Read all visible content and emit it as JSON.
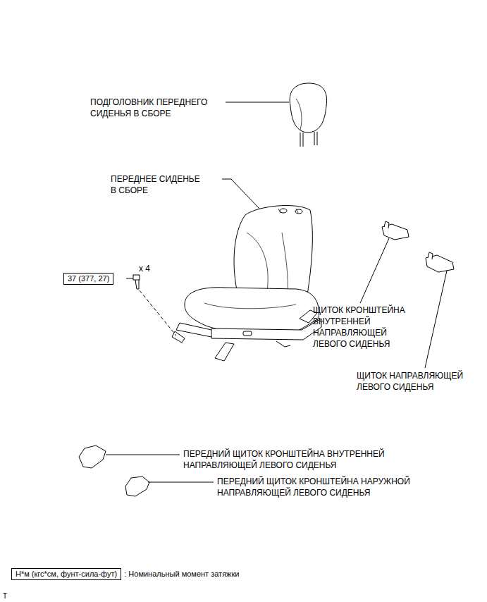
{
  "diagram": {
    "nodes": [
      {
        "text": [
          "37 (377, 27)"
        ]
      },
      {
        "text": [
          "Н*м (кгс*см, фунт-сила-фут)",
          ": Номинальный момент затяжки"
        ]
      }
    ],
    "labels": [
      "ПОДГОЛОВНИК ПЕРЕДНЕГО СИДЕНЬЯ В СБОРЕ",
      "ПЕРЕДНЕЕ СИДЕНЬЕ В СБОРЕ",
      "ЩИТОК КРОНШТЕЙНА ВНУТРЕННЕЙ НАПРАВЛЯЮЩЕЙ ЛЕВОГО СИДЕНЬЯ",
      "ЩИТОК НАПРАВЛЯЮЩЕЙ ЛЕВОГО СИДЕНЬЯ",
      "ПЕРЕДНИЙ ЩИТОК КРОНШТЕЙНА ВНУТРЕННЕЙ НАПРАВЛЯЮЩЕЙ ЛЕВОГО СИДЕНЬЯ",
      "ПЕРЕДНИЙ ЩИТОК КРОНШТЕЙНА НАРУЖНОЙ НАПРАВЛЯЮЩЕЙ ЛЕВОГО СИДЕНЬЯ",
      "x 4",
      "T"
    ]
  }
}
